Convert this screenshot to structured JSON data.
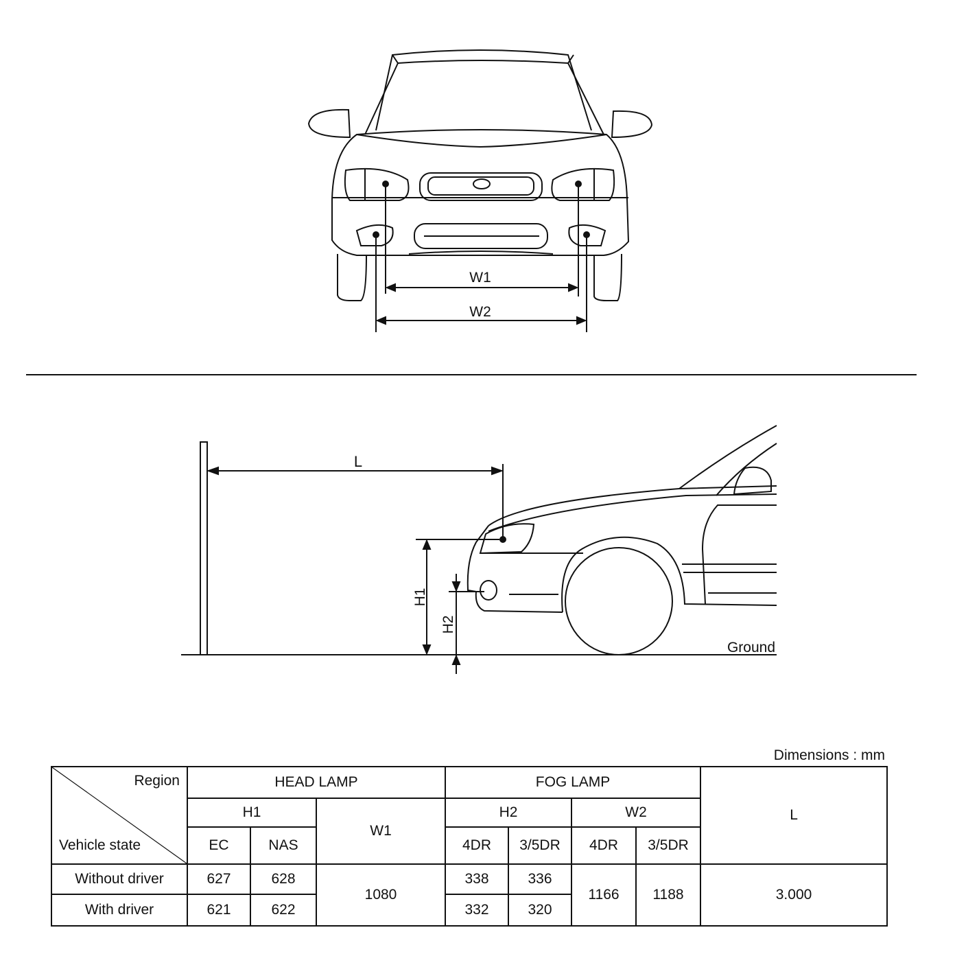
{
  "diagram": {
    "front": {
      "w1_label": "W1",
      "w2_label": "W2"
    },
    "side": {
      "l_label": "L",
      "h1_label": "H1",
      "h2_label": "H2",
      "ground_label": "Ground"
    }
  },
  "table": {
    "units_note": "Dimensions : mm",
    "corner": {
      "top": "Region",
      "bottom": "Vehicle state"
    },
    "headers": {
      "head_lamp": "HEAD LAMP",
      "fog_lamp": "FOG LAMP",
      "l": "L",
      "h1": "H1",
      "w1": "W1",
      "h2": "H2",
      "w2": "W2",
      "ec": "EC",
      "nas": "NAS",
      "h2_4dr": "4DR",
      "h2_35dr": "3/5DR",
      "w2_4dr": "4DR",
      "w2_35dr": "3/5DR"
    },
    "rows": [
      {
        "state": "Without driver",
        "h1_ec": "627",
        "h1_nas": "628",
        "h2_4dr": "338",
        "h2_35dr": "336"
      },
      {
        "state": "With driver",
        "h1_ec": "621",
        "h1_nas": "622",
        "h2_4dr": "332",
        "h2_35dr": "320"
      }
    ],
    "shared": {
      "w1": "1080",
      "w2_4dr": "1166",
      "w2_35dr": "1188",
      "l": "3.000"
    }
  }
}
